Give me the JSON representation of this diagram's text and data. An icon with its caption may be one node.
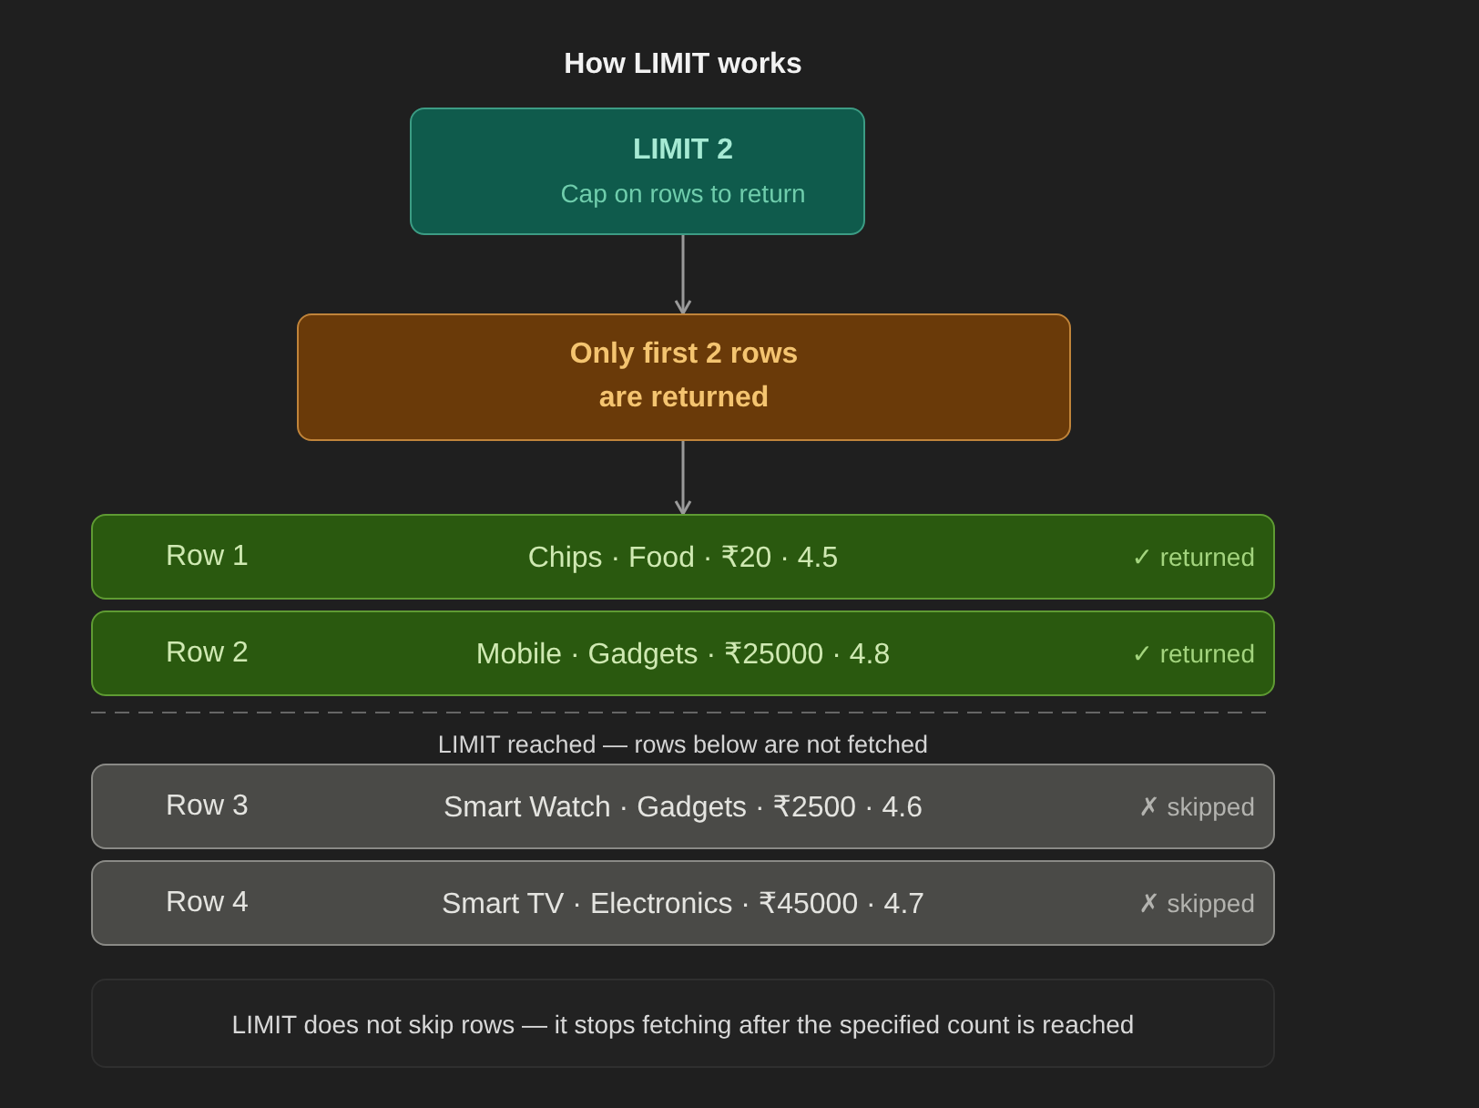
{
  "diagram": {
    "title": "How LIMIT works",
    "nodes": [
      {
        "text": [
          "LIMIT 2",
          "Cap on rows to return"
        ]
      },
      {
        "text": [
          "Only first 2 rows are returned"
        ]
      },
      {
        "text": [
          "Row 1",
          "Chips · Food · ₹20 · 4.5",
          "✓ returned"
        ]
      },
      {
        "text": [
          "Row 2",
          "Mobile · Gadgets · ₹25000 · 4.8",
          "✓ returned"
        ]
      },
      {
        "text": [
          "Row 3",
          "Smart Watch · Gadgets · ₹2500 · 4.6",
          "✗ skipped"
        ]
      },
      {
        "text": [
          "Row 4",
          "Smart TV · Electronics · ₹45000 · 4.7",
          "✗ skipped"
        ]
      },
      {
        "text": [
          "LIMIT does not skip rows — it stops fetching after the specified count is reached"
        ]
      }
    ],
    "edges": [
      {
        "from": 0,
        "to": 1,
        "arrow": "to"
      },
      {
        "from": 1,
        "to": 2,
        "arrow": "to"
      }
    ],
    "labels": [
      "LIMIT reached — rows below are not fetched"
    ]
  }
}
